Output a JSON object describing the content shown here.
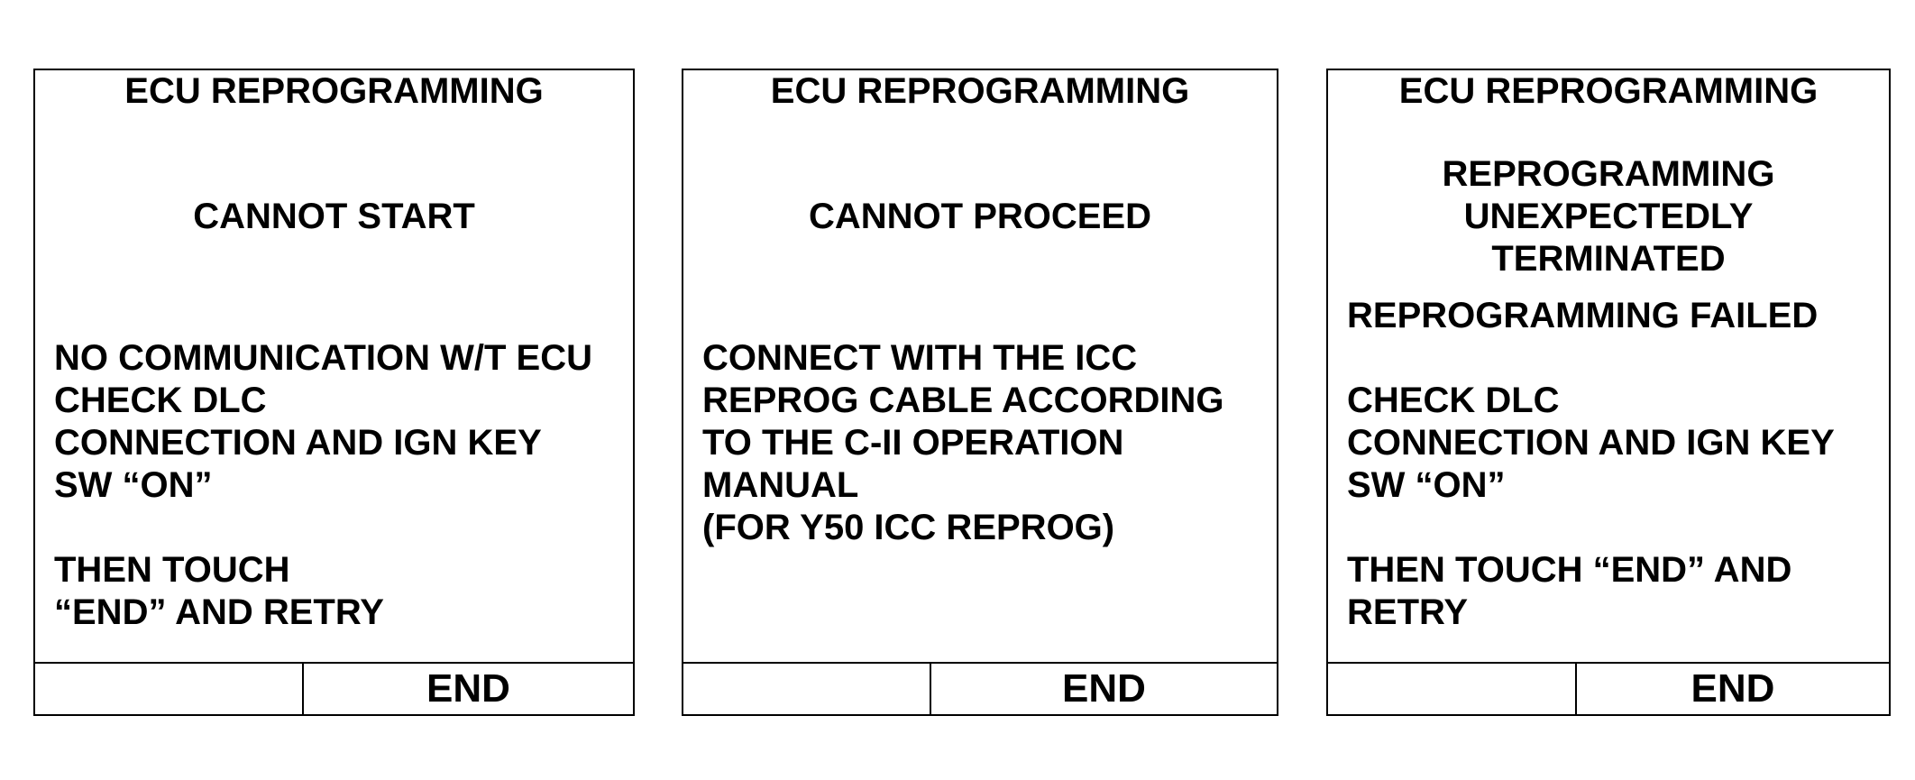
{
  "screens": [
    {
      "title": "ECU REPROGRAMMING",
      "status": [
        "CANNOT START"
      ],
      "message": [
        "NO COMMUNICATION W/T ECU",
        "CHECK DLC",
        "CONNECTION AND IGN KEY",
        "SW “ON”",
        "",
        "THEN TOUCH",
        "“END” AND RETRY"
      ],
      "end_label": "END"
    },
    {
      "title": "ECU REPROGRAMMING",
      "status": [
        "CANNOT PROCEED"
      ],
      "message": [
        "CONNECT WITH THE ICC",
        "REPROG CABLE ACCORDING",
        "TO THE C-II OPERATION",
        "MANUAL",
        "(FOR Y50 ICC REPROG)"
      ],
      "end_label": "END"
    },
    {
      "title": "ECU REPROGRAMMING",
      "status": [
        "REPROGRAMMING",
        "UNEXPECTEDLY",
        "TERMINATED"
      ],
      "message": [
        "REPROGRAMMING FAILED",
        "",
        "CHECK DLC",
        "CONNECTION AND IGN KEY",
        "SW “ON”",
        "",
        "THEN TOUCH “END” AND",
        "RETRY"
      ],
      "end_label": "END"
    }
  ]
}
